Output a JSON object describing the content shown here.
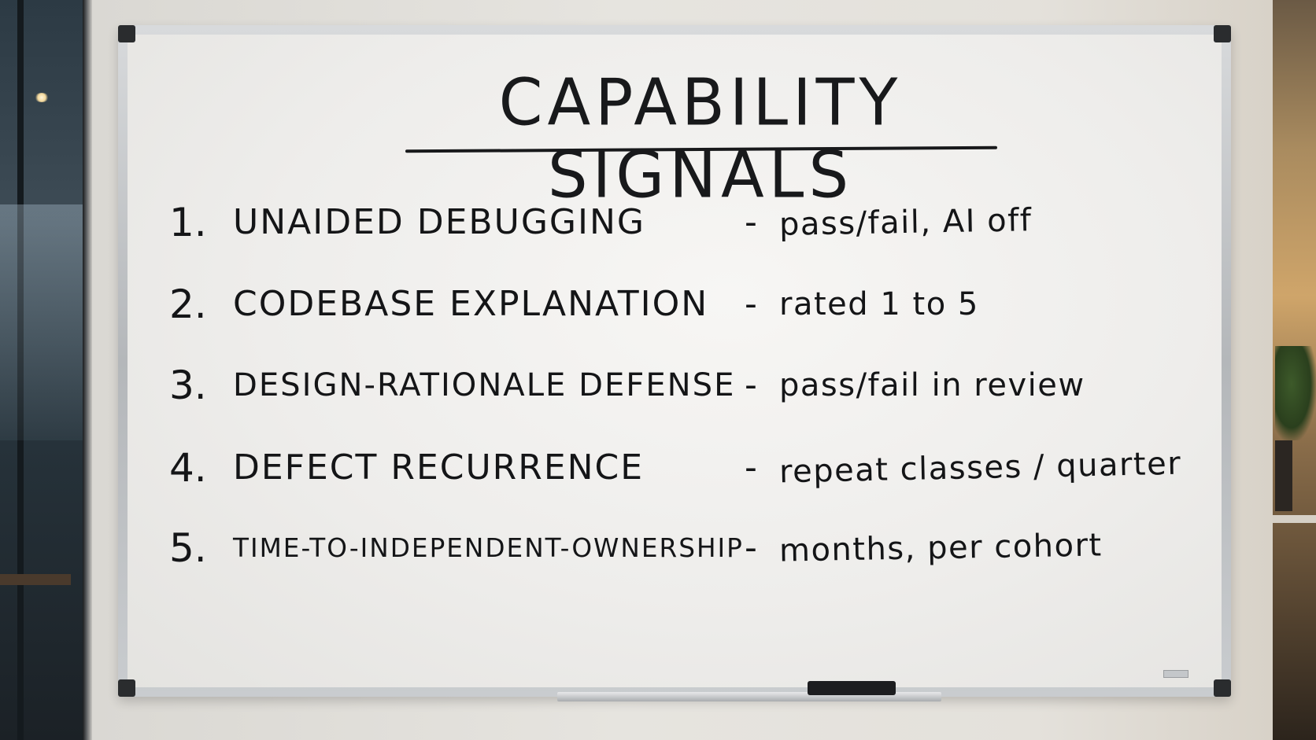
{
  "whiteboard": {
    "title": "CAPABILITY SIGNALS",
    "items": [
      {
        "number": "1.",
        "label": "UNAIDED DEBUGGING",
        "dash": "-",
        "detail": "pass/fail, AI off"
      },
      {
        "number": "2.",
        "label": "CODEBASE EXPLANATION",
        "dash": "-",
        "detail": "rated 1 to 5"
      },
      {
        "number": "3.",
        "label": "DESIGN-RATIONALE DEFENSE",
        "dash": "-",
        "detail": "pass/fail in review"
      },
      {
        "number": "4.",
        "label": "DEFECT RECURRENCE",
        "dash": "-",
        "detail": "repeat classes / quarter"
      },
      {
        "number": "5.",
        "label": "TIME-TO-INDEPENDENT-OWNERSHIP",
        "dash": "-",
        "detail": "months, per cohort"
      }
    ]
  },
  "colors": {
    "ink": "#141517",
    "board": "#f2f1ef",
    "frame": "#b8bbbe",
    "corner": "#2a2c2e"
  }
}
